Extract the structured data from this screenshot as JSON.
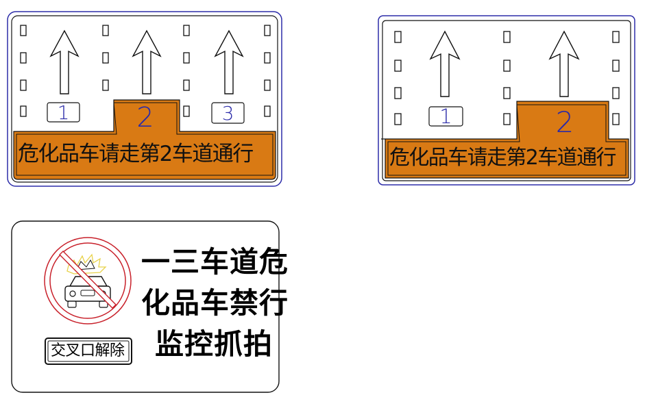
{
  "colors": {
    "orange": "#d97a14",
    "outline_blue": "#2c2ca8",
    "number_blue": "#2a2aa8",
    "black": "#111111",
    "ring_red": "#c8202a",
    "debris_yellow": "#e8d24a"
  },
  "sign_three_lane": {
    "lane_numbers": [
      "1",
      "2",
      "3"
    ],
    "banner_text": "危化品车请走第2车道通行",
    "icons": [
      "arrow-up-icon",
      "arrow-up-icon",
      "arrow-up-icon"
    ]
  },
  "sign_two_lane": {
    "lane_numbers": [
      "1",
      "2"
    ],
    "banner_text": "危化品车请走第2车道通行",
    "icons": [
      "arrow-up-icon",
      "arrow-up-icon"
    ]
  },
  "sign_warning": {
    "lines": [
      "一三车道危",
      "化品车禁行",
      "监控抓拍"
    ],
    "lift_label": "交叉口解除",
    "icon": "no-hazmat-vehicle-icon"
  }
}
